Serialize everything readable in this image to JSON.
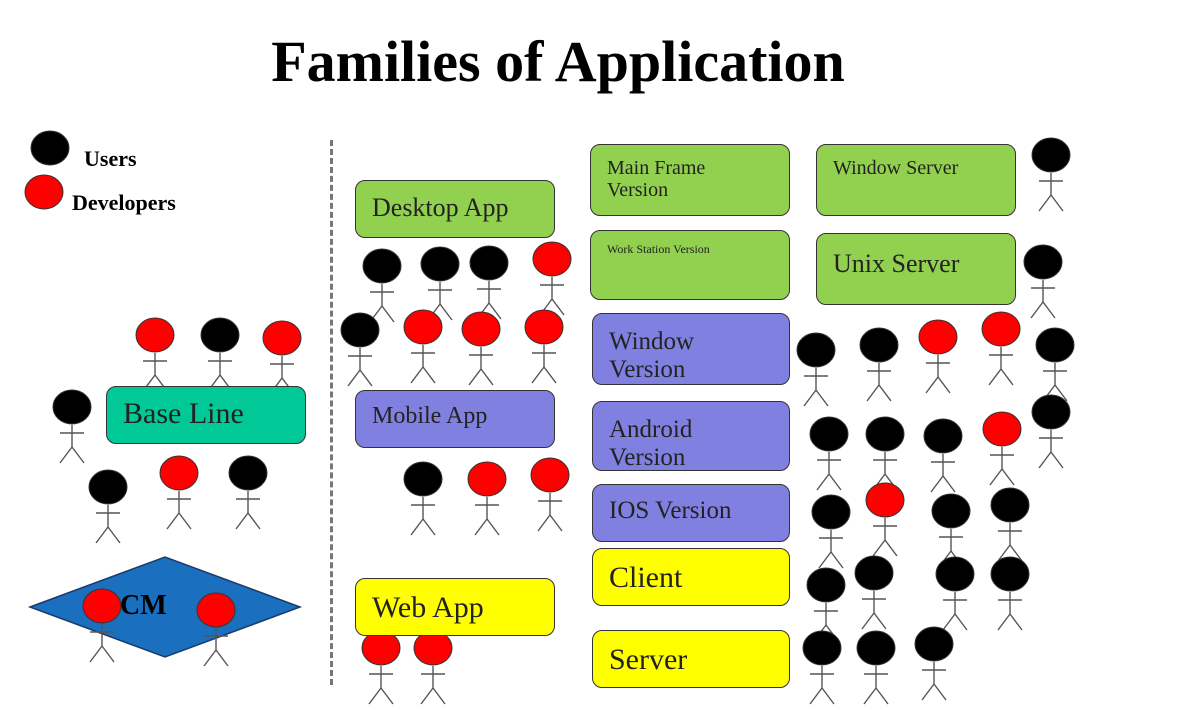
{
  "title": "Families of Application",
  "legend": {
    "users": "Users",
    "developers": "Developers",
    "user_color": "#000000",
    "developer_color": "#ff0000"
  },
  "baseline": {
    "label": "Base Line"
  },
  "cm": {
    "label": "CM",
    "color": "#1a6fbf"
  },
  "apps": {
    "desktop": "Desktop App",
    "mobile": "Mobile App",
    "web": "Web App"
  },
  "versions": {
    "main_frame": "Main Frame Version",
    "work_station": "Work Station Version",
    "window": "Window Version",
    "android": "Android Version",
    "ios": "IOS Version",
    "client": "Client",
    "server": "Server"
  },
  "servers": {
    "window_server": "Window Server",
    "unix_server": "Unix Server"
  }
}
